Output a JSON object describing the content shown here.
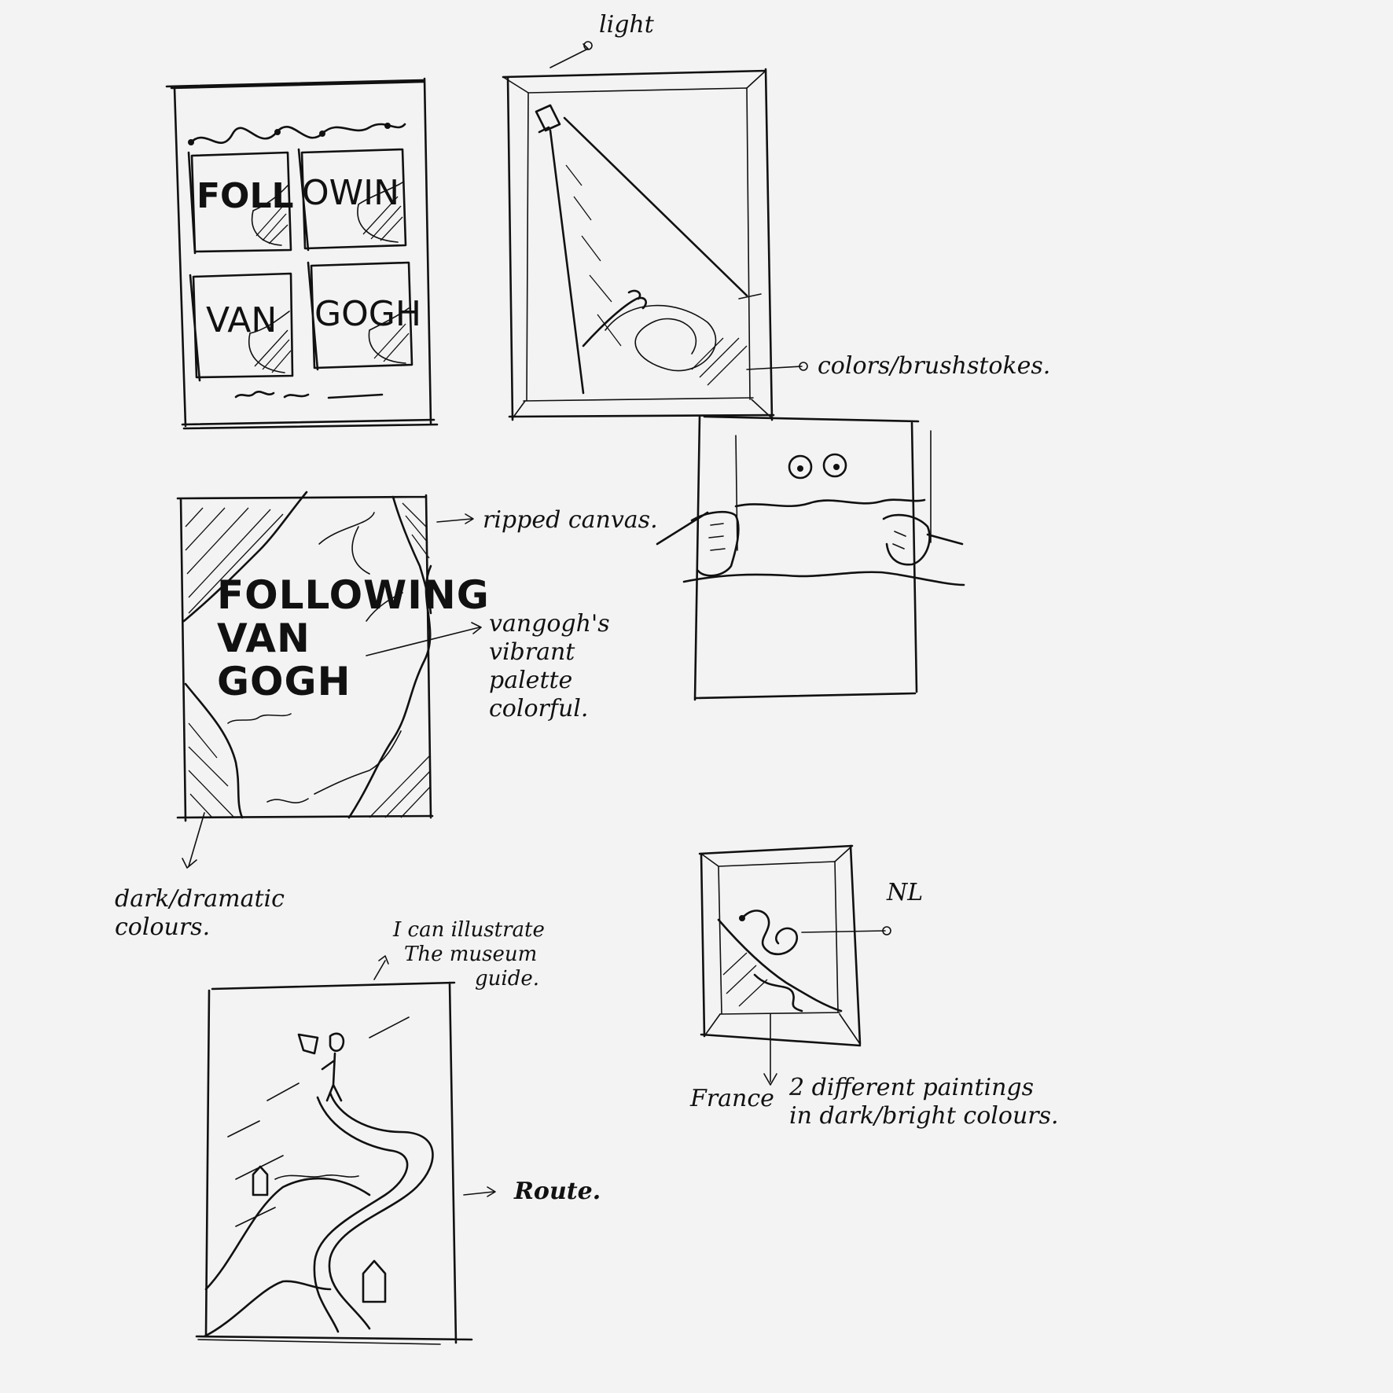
{
  "sketch_1": {
    "tiles": [
      "FOLL",
      "OWIN",
      "VAN",
      "GOGH"
    ]
  },
  "poster": {
    "title_lines": [
      "FOLLOWING",
      "VAN",
      "GOGH"
    ]
  },
  "annotations": {
    "light": "light",
    "colors_brushstrokes": "colors/brushstokes.",
    "ripped_canvas": "ripped canvas.",
    "vangogh_palette": [
      "vangogh's",
      "vibrant",
      "palette",
      "colorful."
    ],
    "dark_colours": [
      "dark/dramatic",
      "colours."
    ],
    "museum_guide": [
      "I can illustrate",
      "The museum",
      "guide."
    ],
    "route": "Route.",
    "nl": "NL",
    "france": "France",
    "two_paintings": [
      "2 different paintings",
      "in dark/bright colours."
    ]
  }
}
